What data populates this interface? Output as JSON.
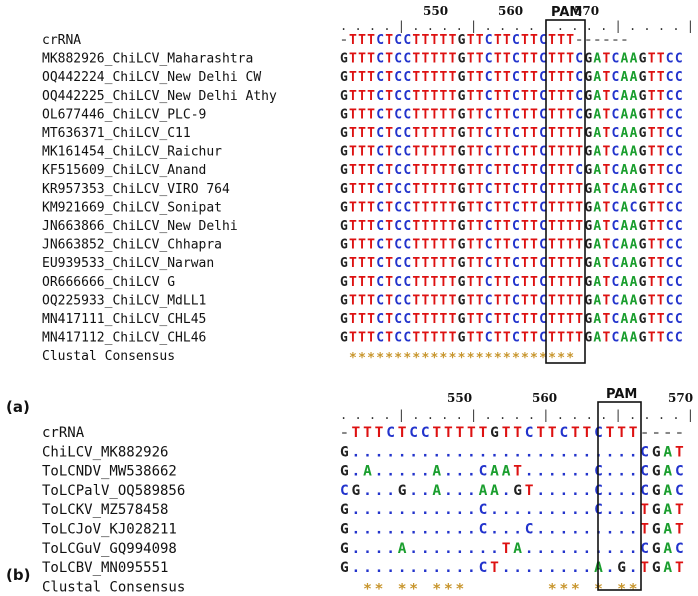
{
  "colors": {
    "A": "#1a9e2e",
    "C": "#2233cc",
    "G": "#222222",
    "T": "#dd1111",
    "-": "#888888",
    ".": "#2233cc",
    "*": "#c8962e"
  },
  "panel_a": {
    "panel_label": "(a)",
    "pam_label": "PAM",
    "ruler_numbers": [
      "550",
      "560",
      "570"
    ],
    "ruler": ". . . . | . . . . | . . . . | . . . . | . . . . | .",
    "rows": [
      {
        "name": "crRNA",
        "seq": "-TTTCTCCTTTTTGTTCTTCTTCTTT------"
      },
      {
        "name": "MK882926_ChiLCV_Maharashtra",
        "seq": "GTTTCTCCTTTTTGTTCTTCTTCTTTCGATCAAGTTCC"
      },
      {
        "name": "OQ442224_ChiLCV_New Delhi CW",
        "seq": "GTTTCTCCTTTTTGTTCTTCTTCTTTCGATCAAGTTCC"
      },
      {
        "name": "OQ442225_ChiLCV_New Delhi Athy",
        "seq": "GTTTCTCCTTTTTGTTCTTCTTCTTTCGATCAAGTTCC"
      },
      {
        "name": "OL677446_ChiLCV_PLC-9",
        "seq": "GTTTCTCCTTTTTGTTCTTCTTCTTTCGATCAAGTTCC"
      },
      {
        "name": "MT636371_ChiLCV_C11",
        "seq": "GTTTCTCCTTTTTGTTCTTCTTCTTTTGATCAAGTTCC"
      },
      {
        "name": "MK161454_ChiLCV_Raichur",
        "seq": "GTTTCTCCTTTTTGTTCTTCTTCTTTTGATCAAGTTCC"
      },
      {
        "name": "KF515609_ChiLCV_Anand",
        "seq": "GTTTCTCCTTTTTGTTCTTCTTCTTTCGATCAAGTTCC"
      },
      {
        "name": "KR957353_ChiLCV_VIRO 764",
        "seq": "GTTTCTCCTTTTTGTTCTTCTTCTTTTGATCAAGTTCC"
      },
      {
        "name": "KM921669_ChiLCV_Sonipat",
        "seq": "GTTTCTCCTTTTTGTTCTTCTTCTTTTGATCACGTTCC"
      },
      {
        "name": "JN663866_ChiLCV_New Delhi",
        "seq": "GTTTCTCCTTTTTGTTCTTCTTCTTTTGATCAAGTTCC"
      },
      {
        "name": "JN663852_ChiLCV_Chhapra",
        "seq": "GTTTCTCCTTTTTGTTCTTCTTCTTTTGATCAAGTTCC"
      },
      {
        "name": "EU939533_ChiLCV_Narwan",
        "seq": "GTTTCTCCTTTTTGTTCTTCTTCTTTTGATCAAGTTCC"
      },
      {
        "name": "OR666666_ChiLCV G",
        "seq": "GTTTCTCCTTTTTGTTCTTCTTCTTTTGATCAAGTTCC"
      },
      {
        "name": "OQ225933_ChiLCV_MdLL1",
        "seq": "GTTTCTCCTTTTTGTTCTTCTTCTTTTGATCAAGTTCC"
      },
      {
        "name": "MN417111_ChiLCV_CHL45",
        "seq": "GTTTCTCCTTTTTGTTCTTCTTCTTTTGATCAAGTTCC"
      },
      {
        "name": "MN417112_ChiLCV_CHL46",
        "seq": "GTTTCTCCTTTTTGTTCTTCTTCTTTTGATCAAGTTCC"
      }
    ],
    "consensus_label": "Clustal Consensus",
    "consensus": " *************************"
  },
  "panel_b": {
    "panel_label": "(b)",
    "pam_label": "PAM",
    "ruler_numbers": [
      "550",
      "560",
      "570"
    ],
    "ruler": ". . . . | . . . . | . . . . | . . . . | . . . . | . .",
    "rows": [
      {
        "name": "crRNA",
        "seq": "-TTTCTCCTTTTTGTTCTTCTTCTTT----"
      },
      {
        "name": "ChiLCV_MK882926",
        "seq": "G.........................CGAT"
      },
      {
        "name": "ToLCNDV_MW538662",
        "seq": "G.A.....A...CAAT......C...CGAC"
      },
      {
        "name": "ToLCPalV_OQ589856",
        "seq": "CG...G..A...AA.GT.....C...CGAC"
      },
      {
        "name": "ToLCKV_MZ578458",
        "seq": "G...........C.........C...TGAT"
      },
      {
        "name": "ToLCJoV_KJ028211",
        "seq": "G...........C...C.........TGAT"
      },
      {
        "name": "ToLCGuV_GQ994098",
        "seq": "G....A........TA..........CGAC"
      },
      {
        "name": "ToLCBV_MN095551",
        "seq": "G...........CT........A.G.TGAT"
      }
    ],
    "consensus_label": "Clustal Consensus",
    "consensus": "  ** ** ***       *** * **"
  }
}
